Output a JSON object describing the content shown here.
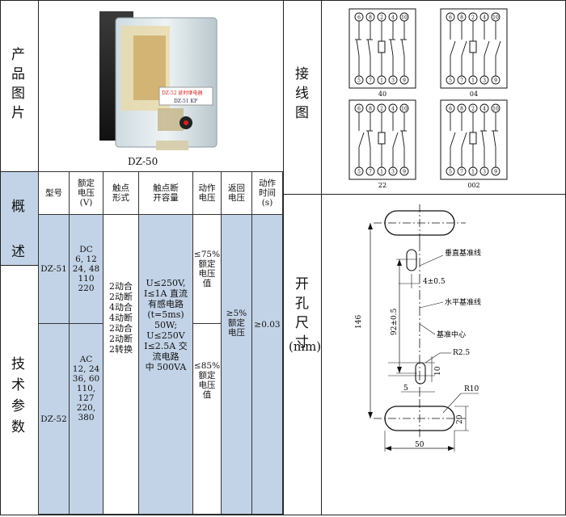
{
  "left": {
    "product_label": [
      "产",
      "品",
      "图",
      "片"
    ],
    "product_caption": "DZ-50",
    "overview_label": [
      "概",
      "述"
    ],
    "params_label": [
      "技",
      "术",
      "参",
      "数"
    ]
  },
  "photo": {
    "panel_text_1": "DZ-52  延时继电器",
    "panel_text_2": "DZ-51 KP"
  },
  "table": {
    "headers": {
      "model": "型号",
      "voltage": [
        "额定",
        "电压",
        "(V)"
      ],
      "contact_form": [
        "触点",
        "形式"
      ],
      "breaking": [
        "触点断",
        "开容量"
      ],
      "action_voltage": [
        "动作",
        "电压"
      ],
      "return_voltage": [
        "返回",
        "电压"
      ],
      "action_time": [
        "动作",
        "时间",
        "(s)"
      ]
    },
    "rows": [
      {
        "model": "DZ-51",
        "voltage": [
          "DC",
          "6, 12",
          "24, 48",
          "110",
          "220"
        ],
        "action": [
          "≤75%",
          "额定",
          "电压",
          "值"
        ]
      },
      {
        "model": "DZ-52",
        "voltage": [
          "AC",
          "12, 24",
          "36, 60",
          "110, 127",
          "220, 380"
        ],
        "action": [
          "≤85%",
          "额定",
          "电压",
          "值"
        ]
      }
    ],
    "contact_form": [
      "2动合",
      "2动断",
      "4动合",
      "4动断",
      "2动合",
      "2动断",
      "2转换"
    ],
    "breaking": [
      "U≤250V,",
      "I≤1A 直流",
      "有感电路",
      "(t=5ms)",
      "50W;",
      "U≤250V",
      "I≤2.5A 交",
      "流电路",
      "中 500VA"
    ],
    "return_voltage": [
      "≥5%",
      "额定",
      "电压"
    ],
    "action_time": "≥0.03"
  },
  "right": {
    "wiring_label": [
      "接",
      "线",
      "图"
    ],
    "wiring_captions": [
      "40",
      "04",
      "22",
      "002"
    ],
    "terminal_numbers_top": [
      "6",
      "8",
      "2",
      "4",
      "10"
    ],
    "terminal_numbers_bottom": [
      "5",
      "7",
      "1",
      "3",
      "9"
    ],
    "cutout_label": [
      "开",
      "孔",
      "尺",
      "寸"
    ],
    "cutout_unit": "(mm)",
    "dims": {
      "vertical_ref": "垂直基准线",
      "horizontal_ref": "水平基准线",
      "center": "基准中心",
      "d4": "4±0.5",
      "d92": "92±0.5",
      "d146": "146",
      "r25": "R2.5",
      "d10": "10",
      "d5": "5",
      "r10": "R10",
      "d20": "20",
      "d50": "50"
    }
  }
}
